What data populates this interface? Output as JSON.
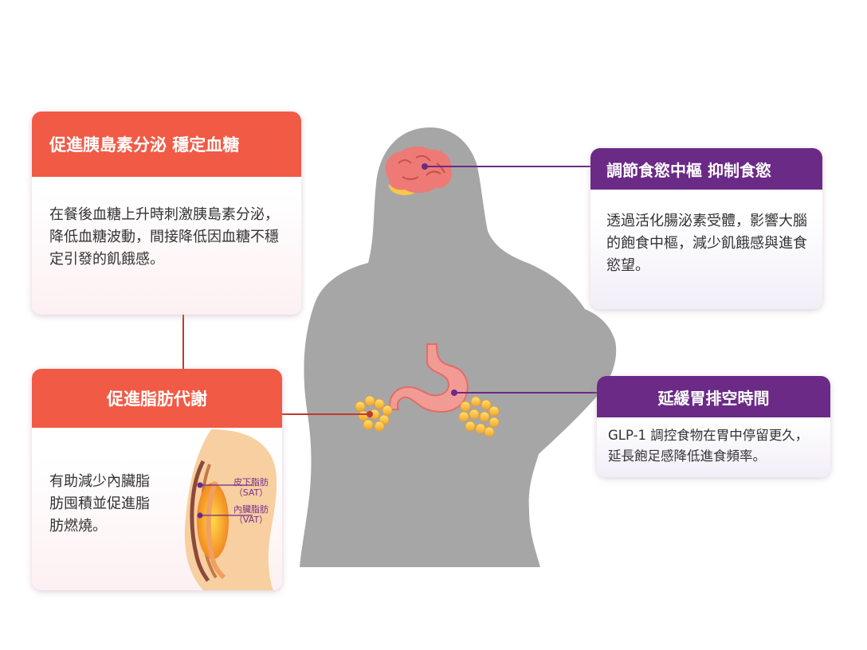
{
  "colors": {
    "red_header": "#f15a45",
    "purple_header": "#6b2a86",
    "silhouette": "#a6a6a6",
    "connector_red": "#c0392b",
    "connector_purple": "#6b2a86"
  },
  "cards": {
    "insulin": {
      "title": "促進胰島素分泌 穩定血糖",
      "body": "在餐後血糖上升時刺激胰島素分泌，降低血糖波動，間接降低因血糖不穩定引發的飢餓感。"
    },
    "fat": {
      "title": "促進脂肪代謝",
      "body": "有助減少內臟脂肪囤積並促進脂肪燃燒。",
      "illustration": {
        "sat_label": "皮下脂肪",
        "sat_abbr": "（SAT）",
        "vat_label": "內臟脂肪",
        "vat_abbr": "（VAT）"
      }
    },
    "appetite": {
      "title": "調節食慾中樞 抑制食慾",
      "body": "透過活化腸泌素受體，影響大腦的飽食中樞，減少飢餓感與進食慾望。"
    },
    "gastric": {
      "title": "延緩胃排空時間",
      "body": "GLP-1 調控食物在胃中停留更久，延長飽足感降低進食頻率。"
    }
  },
  "icons": [
    "brain-icon",
    "stomach-icon",
    "fat-cells-icon"
  ]
}
